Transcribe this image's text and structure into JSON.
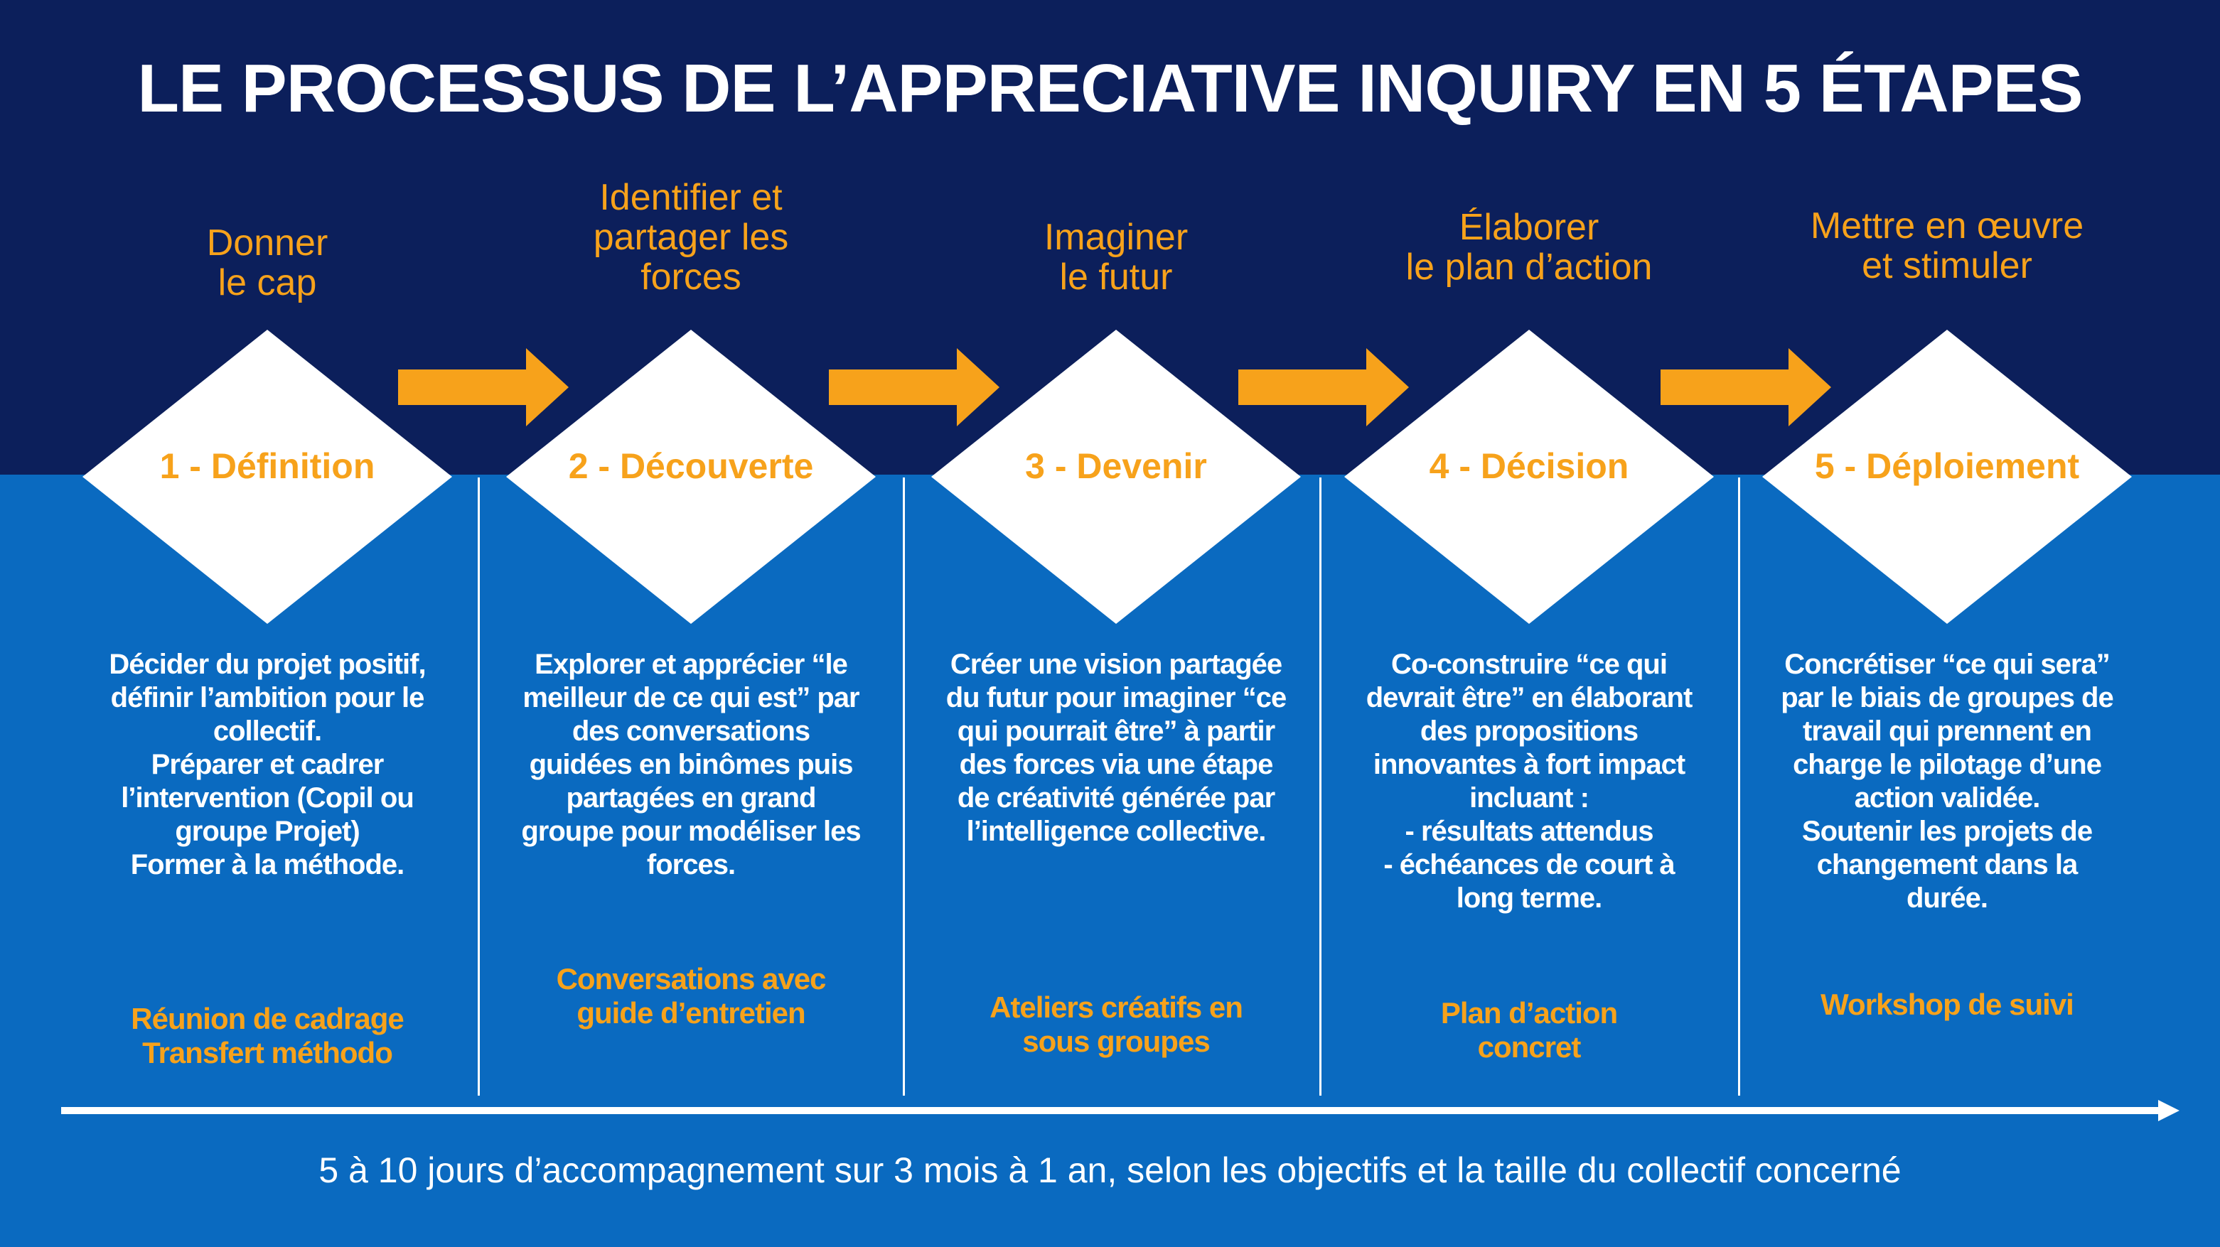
{
  "title": "LE PROCESSUS DE L’APPRECIATIVE INQUIRY EN 5 ÉTAPES",
  "colors": {
    "navy": "#0c1f5b",
    "blue": "#0a6ac0",
    "orange": "#f7a21b",
    "white": "#ffffff"
  },
  "steps": [
    {
      "heading": "Donner\nle cap",
      "label": "1 - Définition",
      "description": "Décider du projet positif, définir l’ambition pour le collectif.\nPréparer et cadrer l’intervention (Copil ou groupe Projet)\nFormer à la méthode.",
      "format": "Réunion de cadrage\nTransfert méthodo"
    },
    {
      "heading": "Identifier et\npartager les\nforces",
      "label": "2 - Découverte",
      "description": "Explorer et apprécier “le meilleur de ce qui est” par des conversations guidées en binômes puis partagées en grand groupe pour modéliser les forces.",
      "format": "Conversations avec\nguide d’entretien"
    },
    {
      "heading": "Imaginer\nle futur",
      "label": "3 - Devenir",
      "description": "Créer une vision partagée du futur pour imaginer “ce qui pourrait être” à partir des forces via une étape de créativité générée par l’intelligence collective.",
      "format": "Ateliers créatifs en\nsous groupes"
    },
    {
      "heading": "Élaborer\nle plan d’action",
      "label": "4 - Décision",
      "description": "Co-construire “ce qui devrait être” en élaborant des propositions innovantes à fort impact incluant :\n-  résultats attendus\n- échéances de court à long terme.",
      "format": "Plan d’action\nconcret"
    },
    {
      "heading": "Mettre en œuvre\net stimuler",
      "label": "5 - Déploiement",
      "description": "Concrétiser “ce qui sera” par le biais de groupes de travail qui prennent en charge le pilotage d’une action validée.\nSoutenir les projets de changement dans la durée.",
      "format": "Workshop de suivi"
    }
  ],
  "footer": "5 à 10 jours d’accompagnement sur 3 mois à 1 an, selon les objectifs et la taille du collectif concerné"
}
